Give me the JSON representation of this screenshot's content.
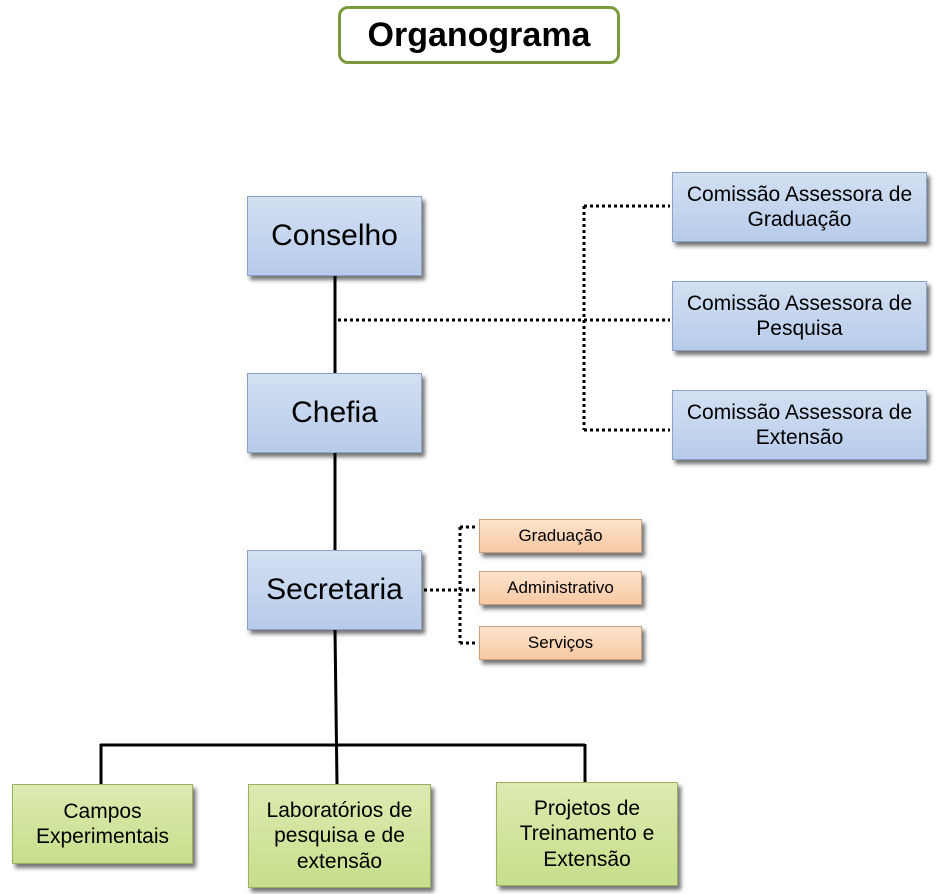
{
  "title": "Organograma",
  "hierarchy": {
    "top": "Conselho",
    "middle": "Chefia",
    "secretaria": "Secretaria"
  },
  "commissions": [
    {
      "label": "Comissão Assessora de Graduação"
    },
    {
      "label": "Comissão Assessora de Pesquisa"
    },
    {
      "label": "Comissão Assessora de Extensão"
    }
  ],
  "secretaria_sectors": [
    {
      "label": "Graduação"
    },
    {
      "label": "Administrativo"
    },
    {
      "label": "Serviços"
    }
  ],
  "units": [
    {
      "label": "Campos Experimentais"
    },
    {
      "label": "Laboratórios de pesquisa e de extensão"
    },
    {
      "label": "Projetos de Treinamento e Extensão"
    }
  ],
  "colors": {
    "hierarchy_fill": "#c4d5ee",
    "commission_fill": "#c4d5ee",
    "sector_fill": "#fad6b6",
    "unit_fill": "#d2e5a0",
    "title_border": "#7a9a3c",
    "line": "#000000"
  }
}
